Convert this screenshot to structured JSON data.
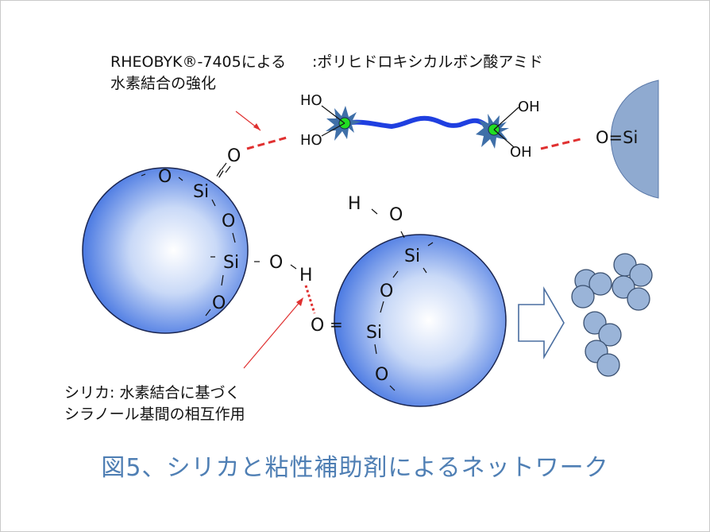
{
  "labels": {
    "rheobyk_line1": "RHEOBYK®-7405による",
    "rheobyk_line2": "水素結合の強化",
    "polyamide": ":ポリヒドロキシカルボン酸アミド",
    "silica_line1": "シリカ: 水素結合に基づく",
    "silica_line2": "シラノール基間の相互作用"
  },
  "atoms": {
    "ho_top": "HO",
    "ho_bottom": "HO",
    "oh_top": "OH",
    "oh_bottom": "OH",
    "o_silica_wall": "O=Si",
    "o_carbonyl": "O",
    "dbl_carbonyl": "=",
    "s1_o1": "O",
    "s1_si1": "Si",
    "s1_o2": "O",
    "s1_si2": "Si",
    "s1_o3": "O",
    "s1_o4": "O",
    "s1_h": "H",
    "s2_h": "H",
    "s2_o1": "O",
    "s2_si1": "Si",
    "s2_o2": "O",
    "s2_si2": "Si",
    "s2_o3": "O",
    "s2_o_eq": "O",
    "s2_dbl": "="
  },
  "caption": "図5、シリカと粘性補助剤によるネットワーク",
  "colors": {
    "sphere_center": "#ffffff",
    "sphere_edge": "#3d6fe0",
    "wall_fill": "#8faad0",
    "chain": "#1f3fe0",
    "end_group": "#3f6fa8",
    "attach_point": "#22dd22",
    "hbond": "#e03030",
    "arrow_outline": "#4a6ea0",
    "particle": "#9ab4d8",
    "caption": "#4f7fb4"
  }
}
